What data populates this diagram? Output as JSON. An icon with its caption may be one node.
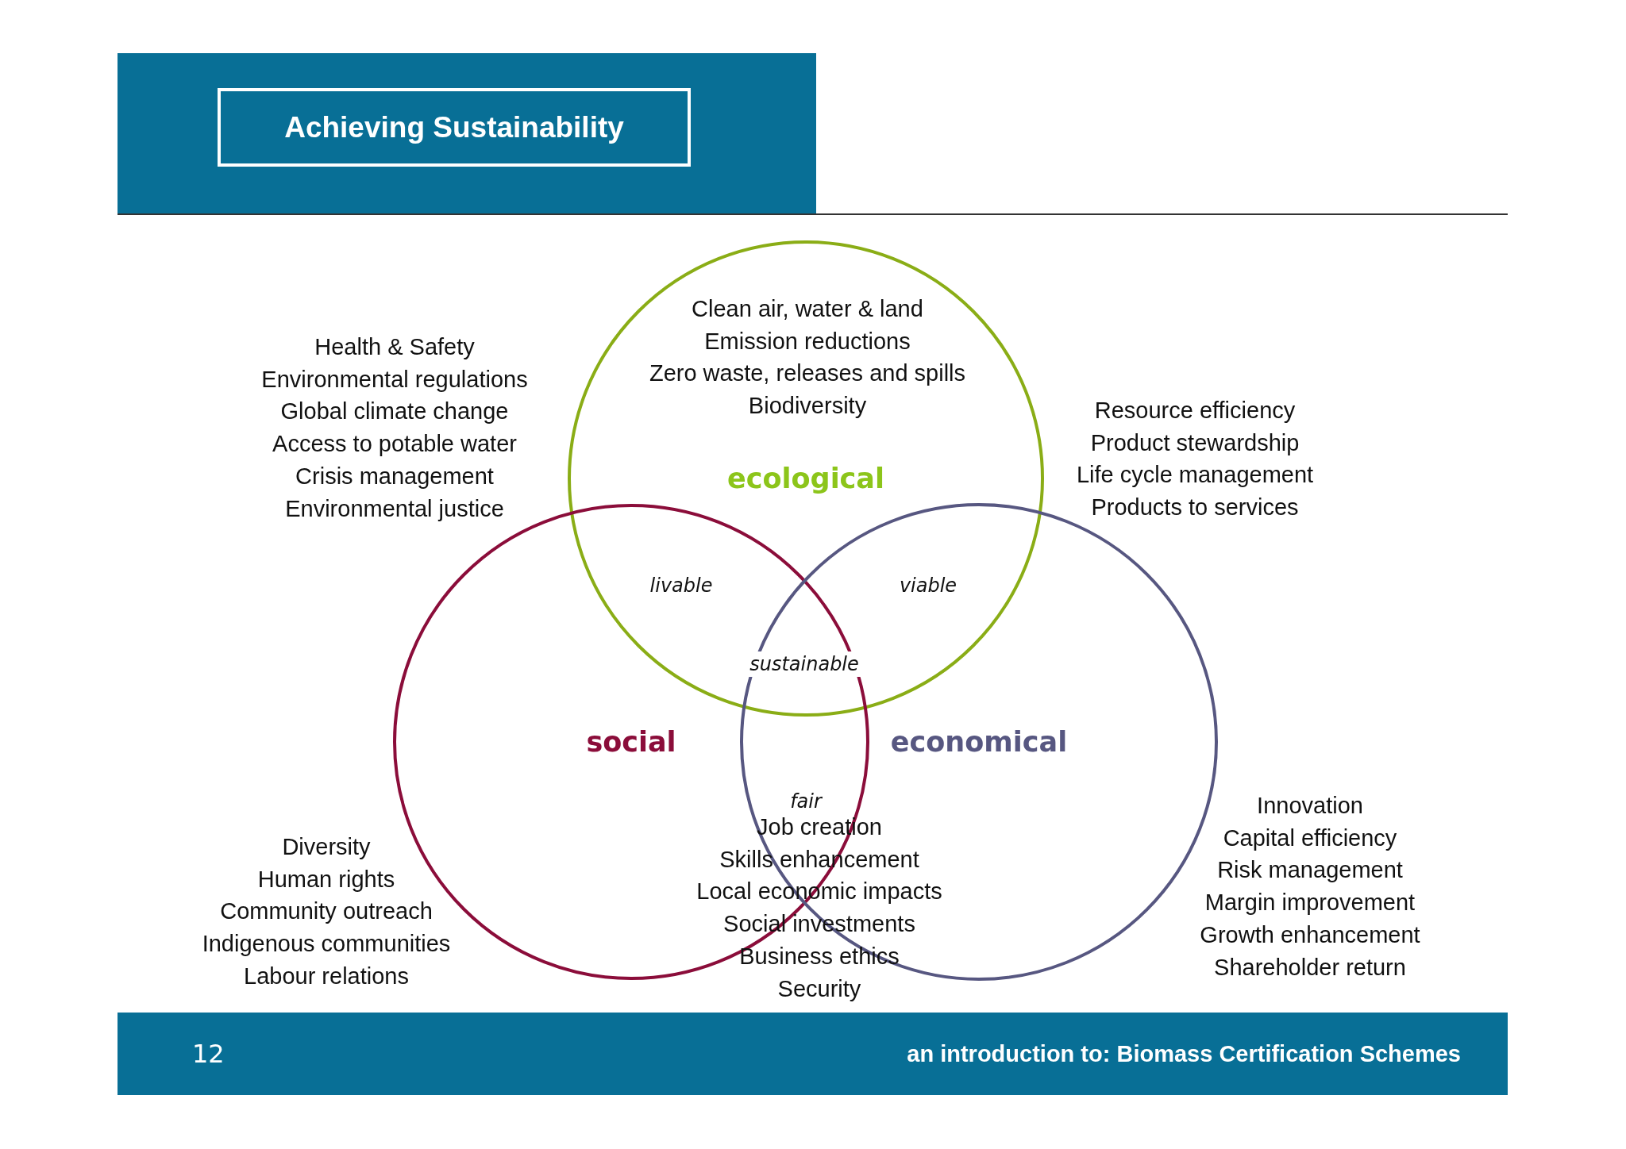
{
  "diagram": {
    "title": "Achieving Sustainability",
    "nodes": [
      {
        "text": [
          "ecological"
        ]
      },
      {
        "text": [
          "social"
        ],
        "beside": [
          "Diversity",
          "Human rights",
          "Community outreach",
          "Indigenous communities",
          "Labour relations"
        ]
      },
      {
        "text": [
          "economical"
        ],
        "beside": [
          "Innovation",
          "Capital efficiency",
          "Risk management",
          "Margin improvement",
          "Growth enhancement",
          "Shareholder return"
        ]
      }
    ],
    "labels": [
      "Clean air, water & land",
      "Emission reductions",
      "Zero waste, releases and spills",
      "Biodiversity",
      "Health & Safety",
      "Environmental regulations",
      "Global climate change",
      "Access to potable water",
      "Crisis management",
      "Environmental justice",
      "Resource efficiency",
      "Product stewardship",
      "Life cycle management",
      "Products to services",
      "livable",
      "viable",
      "sustainable",
      "fair",
      "Job creation",
      "Skills enhancement",
      "Local economic impacts",
      "Social investments",
      "Business ethics",
      "Security",
      "12",
      "an introduction to: Biomass Certification Schemes"
    ]
  }
}
